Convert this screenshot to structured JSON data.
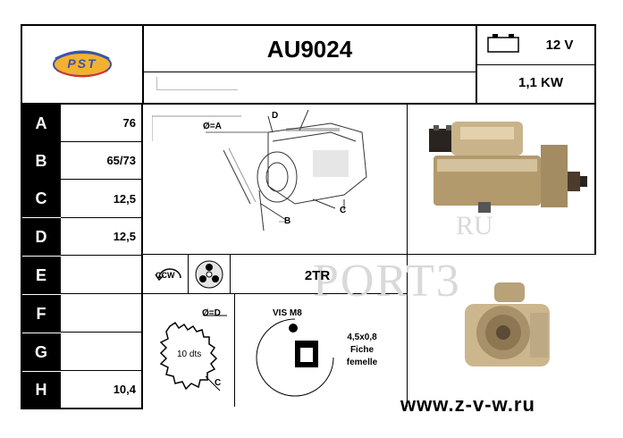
{
  "header": {
    "logo_text": "PST",
    "part_number": "AU9024",
    "voltage": "12 V",
    "power": "1,1 KW"
  },
  "dimensions": [
    {
      "label": "A",
      "value": "76"
    },
    {
      "label": "B",
      "value": "65/73"
    },
    {
      "label": "C",
      "value": "12,5"
    },
    {
      "label": "D",
      "value": "12,5"
    },
    {
      "label": "E",
      "value": ""
    },
    {
      "label": "F",
      "value": ""
    },
    {
      "label": "G",
      "value": ""
    },
    {
      "label": "H",
      "value": "10,4"
    }
  ],
  "drawing_labels": {
    "diameter_a": "Ø=A",
    "d": "D",
    "c": "C",
    "b": "B"
  },
  "rotation": {
    "direction": "CCW",
    "mount": "2TR"
  },
  "pinion": {
    "diameter": "Ø=D",
    "teeth": "10 dts",
    "c": "C"
  },
  "terminal": {
    "screw": "VIS M8",
    "plug_size": "4,5x0,8",
    "plug_line1": "Fiche",
    "plug_line2": "femelle"
  },
  "watermark": {
    "ru": "RU",
    "port": "PORT3"
  },
  "footer_url": "www.z-v-w.ru"
}
